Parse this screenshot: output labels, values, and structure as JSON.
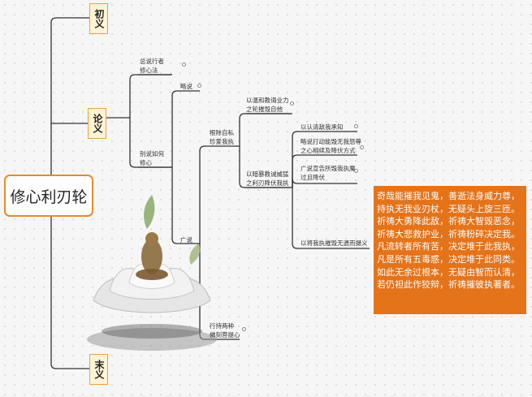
{
  "root": "修心利刃轮",
  "sections": [
    "初义",
    "论义",
    "末义"
  ],
  "branches": {
    "summary": [
      "总说行者",
      "修心法"
    ],
    "brief": "略说",
    "detailed": [
      "别说如何",
      "修心"
    ],
    "extensive": "广说",
    "root_reason": [
      "根除自私",
      "珍爱我执"
    ],
    "gentle": [
      "以温和教诲业力",
      "之轮摧毁自他"
    ],
    "fierce": [
      "以暗暴教诫威猛",
      "之利刃降伏我执"
    ],
    "pure": "以认清敌我承知",
    "brief_action": [
      "略说打动能毁无我怒尊",
      "之心相续及降伏方式"
    ],
    "broad_action": [
      "广说宣告所毁我执魔",
      "过且降伏"
    ],
    "conclusion": "以将我执摧毁无遗而摄义",
    "practice": [
      "行持两种",
      "佛刻菩提心"
    ]
  },
  "verse": [
    "奇哉能摧我见鬼，善逝法身威力尊，",
    "持执无我业刃杖，无疑头上旋三匝。",
    "祈祷大勇降此敌，祈祷大智毁恶念，",
    "祈祷大悲救护业，祈祷粉碎决定我。",
    "凡流转者所有苦，决定堆于此我执，",
    "凡是所有五毒惑，决定堆于此同类。",
    "如此无余过根本，无疑由智而认清，",
    "若仍袒此作狡辩，祈祷摧彼执著者。"
  ],
  "colors": {
    "accent": "#e98a2c",
    "verse_bg": "#e4731a",
    "tag_bg": "#fff4d6",
    "line": "#333333"
  }
}
